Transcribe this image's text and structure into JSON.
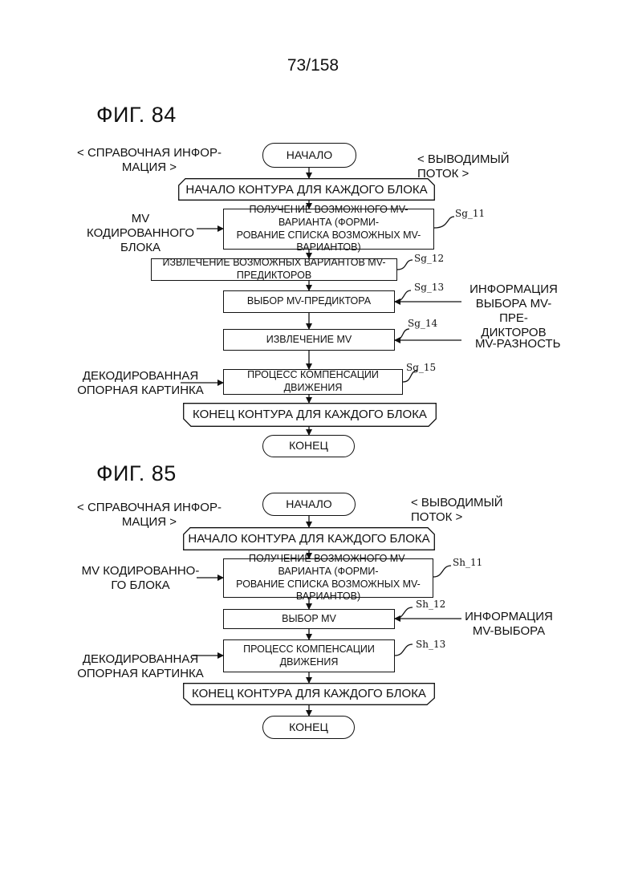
{
  "page_number": "73/158",
  "fig84": {
    "title": "ФИГ. 84",
    "ref_info": "< СПРАВОЧНАЯ ИНФОР-\nМАЦИЯ >",
    "output_stream": "< ВЫВОДИМЫЙ ПОТОК >",
    "start": "НАЧАЛО",
    "loop_start": "НАЧАЛО КОНТУРА ДЛЯ КАЖДОГО БЛОКА",
    "step11": "ПОЛУЧЕНИЕ ВОЗМОЖНОГО MV-ВАРИАНТА (ФОРМИ-\nРОВАНИЕ СПИСКА ВОЗМОЖНЫХ MV-ВАРИАНТОВ)",
    "step12": "ИЗВЛЕЧЕНИЕ ВОЗМОЖНЫХ ВАРИАНТОВ MV-ПРЕДИКТОРОВ",
    "step13": "ВЫБОР MV-ПРЕДИКТОРА",
    "step14": "ИЗВЛЕЧЕНИЕ MV",
    "step15": "ПРОЦЕСС КОМПЕНСАЦИИ ДВИЖЕНИЯ",
    "loop_end": "КОНЕЦ КОНТУРА ДЛЯ КАЖДОГО БЛОКА",
    "end": "КОНЕЦ",
    "in_mv_coded": "MV КОДИРОВАННОГО\nБЛОКА",
    "in_mv_pred_info": "ИНФОРМАЦИЯ\nВЫБОРА MV-ПРЕ-\nДИКТОРОВ",
    "in_mv_diff": "MV-РАЗНОСТЬ",
    "in_ref_pic": "ДЕКОДИРОВАННАЯ\nОПОРНАЯ КАРТИНКА",
    "label11": "Sg_11",
    "label12": "Sg_12",
    "label13": "Sg_13",
    "label14": "Sg_14",
    "label15": "Sg_15"
  },
  "fig85": {
    "title": "ФИГ. 85",
    "ref_info": "< СПРАВОЧНАЯ ИНФОР-\nМАЦИЯ >",
    "output_stream": "< ВЫВОДИМЫЙ ПОТОК >",
    "start": "НАЧАЛО",
    "loop_start": "НАЧАЛО КОНТУРА ДЛЯ КАЖДОГО БЛОКА",
    "step11": "ПОЛУЧЕНИЕ ВОЗМОЖНОГО MV-ВАРИАНТА (ФОРМИ-\nРОВАНИЕ СПИСКА ВОЗМОЖНЫХ MV-ВАРИАНТОВ)",
    "step12": "ВЫБОР MV",
    "step13": "ПРОЦЕСС КОМПЕНСАЦИИ ДВИЖЕНИЯ",
    "loop_end": "КОНЕЦ КОНТУРА ДЛЯ КАЖДОГО БЛОКА",
    "end": "КОНЕЦ",
    "in_mv_coded": "MV КОДИРОВАННО-\nГО БЛОКА",
    "in_mv_sel_info": "ИНФОРМАЦИЯ\nMV-ВЫБОРА",
    "in_ref_pic": "ДЕКОДИРОВАННАЯ\nОПОРНАЯ КАРТИНКА",
    "label11": "Sh_11",
    "label12": "Sh_12",
    "label13": "Sh_13"
  }
}
